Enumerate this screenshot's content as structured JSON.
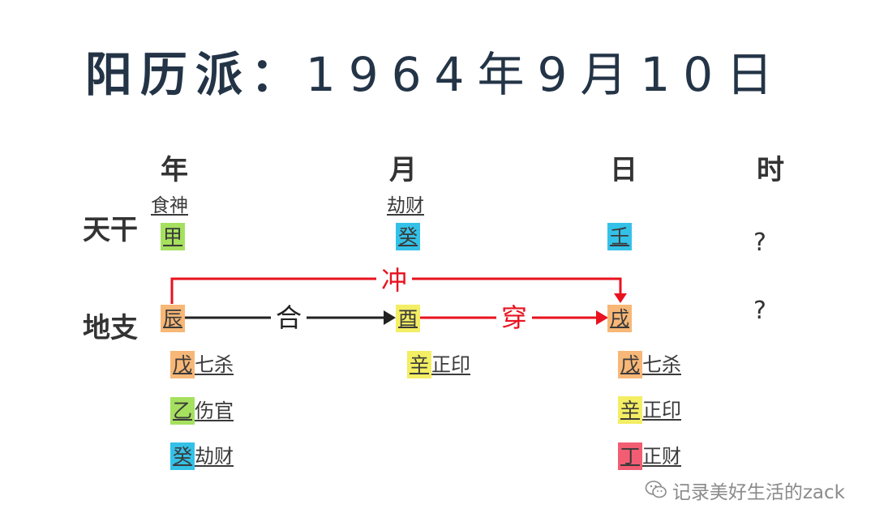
{
  "title": {
    "prefix": "阳历派：",
    "date": "1964年9月10日"
  },
  "columns": {
    "year": "年",
    "month": "月",
    "day": "日",
    "hour": "时"
  },
  "rows": {
    "heavenly_stems": "天干",
    "earthly_branches": "地支"
  },
  "stems": {
    "year": {
      "god": "食神",
      "char": "甲",
      "color": "#a6e05f"
    },
    "month": {
      "god": "劫财",
      "char": "癸",
      "color": "#34c1e8"
    },
    "day": {
      "god": "",
      "char": "壬",
      "color": "#34c1e8"
    },
    "hour": {
      "char": "?"
    }
  },
  "branches": {
    "year": {
      "char": "辰",
      "color": "#f7b777"
    },
    "month": {
      "char": "酉",
      "color": "#f3ee63"
    },
    "day": {
      "char": "戌",
      "color": "#f7b777"
    },
    "hour": {
      "char": "?"
    }
  },
  "relations": {
    "clash": "冲",
    "combine": "合",
    "harm": "穿",
    "red_color": "#e8121f",
    "black_color": "#222222"
  },
  "hidden_stems": {
    "year": [
      {
        "stem": "戊",
        "god": "七杀",
        "color": "#f7b777"
      },
      {
        "stem": "乙",
        "god": "伤官",
        "color": "#a6e05f"
      },
      {
        "stem": "癸",
        "god": "劫财",
        "color": "#34c1e8"
      }
    ],
    "month": [
      {
        "stem": "辛",
        "god": "正印",
        "color": "#f3ee63"
      }
    ],
    "day": [
      {
        "stem": "戊",
        "god": "七杀",
        "color": "#f7b777"
      },
      {
        "stem": "辛",
        "god": "正印",
        "color": "#f3ee63"
      },
      {
        "stem": "丁",
        "god": "正财",
        "color": "#f25d73"
      }
    ]
  },
  "watermark": {
    "icon": "wechat-icon",
    "text": "记录美好生活的zack"
  }
}
